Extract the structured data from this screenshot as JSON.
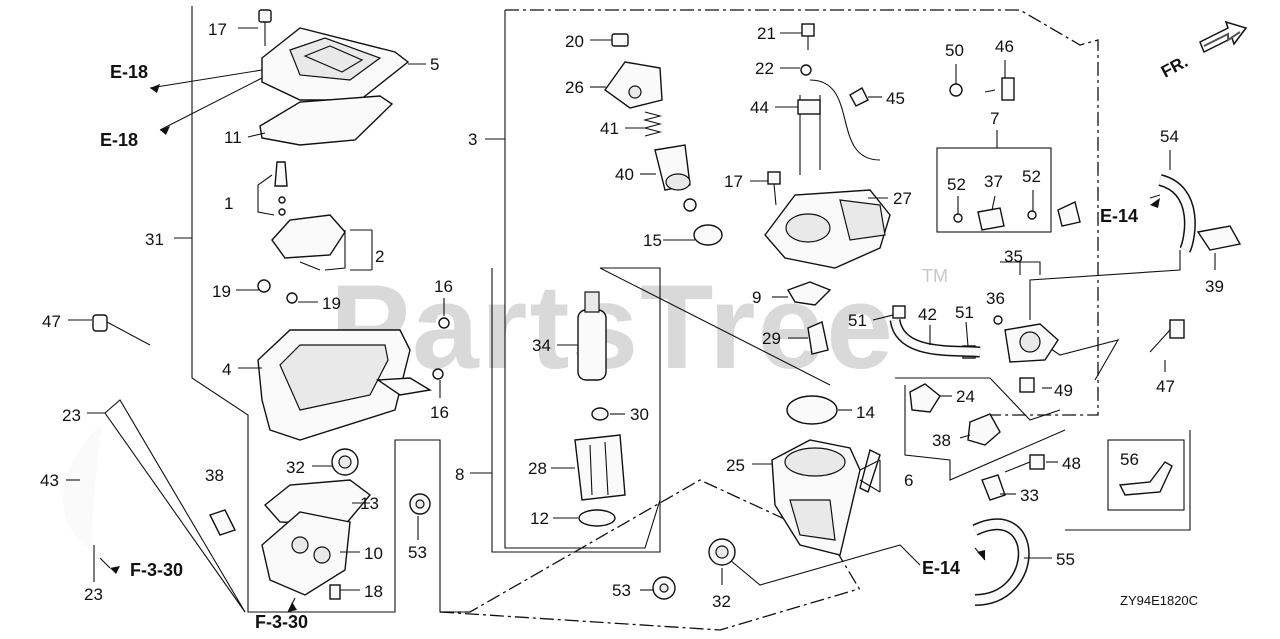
{
  "watermark": "PartsTree",
  "trademark": "TM",
  "diagram_code": "ZY94E1820C",
  "front_label": "FR.",
  "ref_labels": {
    "e18_top": "E-18",
    "e18_mid": "E-18",
    "e14_right": "E-14",
    "e14_bottom": "E-14",
    "f330_left": "F-3-30",
    "f330_bottom": "F-3-30"
  },
  "callouts": {
    "c17a": "17",
    "c5": "5",
    "c11": "11",
    "c1": "1",
    "c2": "2",
    "c31": "31",
    "c19a": "19",
    "c19b": "19",
    "c47a": "47",
    "c4": "4",
    "c16a": "16",
    "c16b": "16",
    "c23a": "23",
    "c43": "43",
    "c23b": "23",
    "c38a": "38",
    "c32a": "32",
    "c13": "13",
    "c10": "10",
    "c18": "18",
    "c53a": "53",
    "c8": "8",
    "c3": "3",
    "c20": "20",
    "c26": "26",
    "c41": "41",
    "c40": "40",
    "c15": "15",
    "c34": "34",
    "c30": "30",
    "c28": "28",
    "c12": "12",
    "c21": "21",
    "c22": "22",
    "c44": "44",
    "c45": "45",
    "c17b": "17",
    "c27": "27",
    "c50": "50",
    "c46": "46",
    "c7": "7",
    "c52a": "52",
    "c37": "37",
    "c52b": "52",
    "c9": "9",
    "c29": "29",
    "c51a": "51",
    "c42": "42",
    "c51b": "51",
    "c36": "36",
    "c35": "35",
    "c49": "49",
    "c47b": "47",
    "c54": "54",
    "c39": "39",
    "c14": "14",
    "c25": "25",
    "c6": "6",
    "c24": "24",
    "c38b": "38",
    "c48": "48",
    "c56": "56",
    "c33": "33",
    "c55": "55",
    "c53b": "53",
    "c32b": "32"
  }
}
